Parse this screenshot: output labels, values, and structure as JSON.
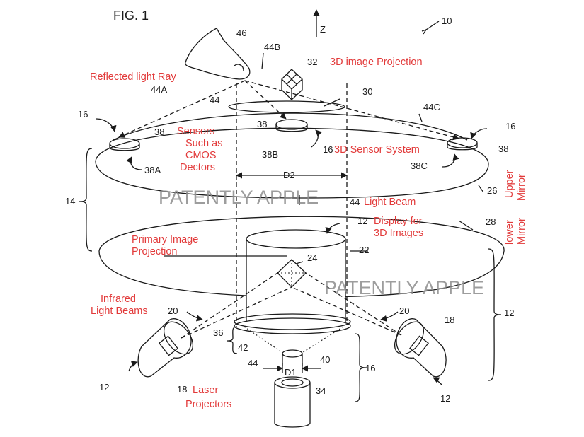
{
  "figure": {
    "title": "FIG. 1",
    "axis_label": "Z",
    "ref_main": "10"
  },
  "labels": {
    "r46": "46",
    "r44b": "44B",
    "r32": "32",
    "r44a": "44A",
    "r44": "44",
    "r30": "30",
    "r44c": "44C",
    "r16l": "16",
    "r16r": "16",
    "r38l": "38",
    "r38m": "38",
    "r38r": "38",
    "r38a": "38A",
    "r38b": "38B",
    "r38c": "38C",
    "r16m": "16",
    "r14": "14",
    "d2": "D2",
    "r44lb": "44",
    "r26": "26",
    "r28": "28",
    "r12top": "12",
    "r24": "24",
    "r22": "22",
    "r12right": "12",
    "r20l": "20",
    "r20r": "20",
    "r18r": "18",
    "r36": "36",
    "r42": "42",
    "r40": "40",
    "r44bot": "44",
    "d1": "D1",
    "r16bot": "16",
    "r34": "34",
    "r12bl": "12",
    "r18l": "18",
    "r12br": "12"
  },
  "annotations": {
    "projection3d": "3D image Projection",
    "reflected": "Reflected light Ray",
    "sensors": [
      "Sensors",
      "Such as",
      "CMOS",
      "Dectors"
    ],
    "sensor_system": "3D Sensor System",
    "light_beam": "Light Beam",
    "upper_mirror": [
      "Upper",
      "Mirror"
    ],
    "lower_mirror": [
      "lower",
      "Mirror"
    ],
    "display": [
      "Display for",
      "3D Images"
    ],
    "primary": [
      "Primary Image",
      "Projection"
    ],
    "infrared": [
      "Infrared",
      "Light Beams"
    ],
    "laser": [
      "Laser",
      "Projectors"
    ]
  },
  "watermark": "PATENTLY APPLE",
  "colors": {
    "annotation": "#e23a3a",
    "line": "#1a1a1a",
    "sensor": "#bfe0f2",
    "display": "#f4cfd8",
    "cube": "#f3e28a"
  }
}
